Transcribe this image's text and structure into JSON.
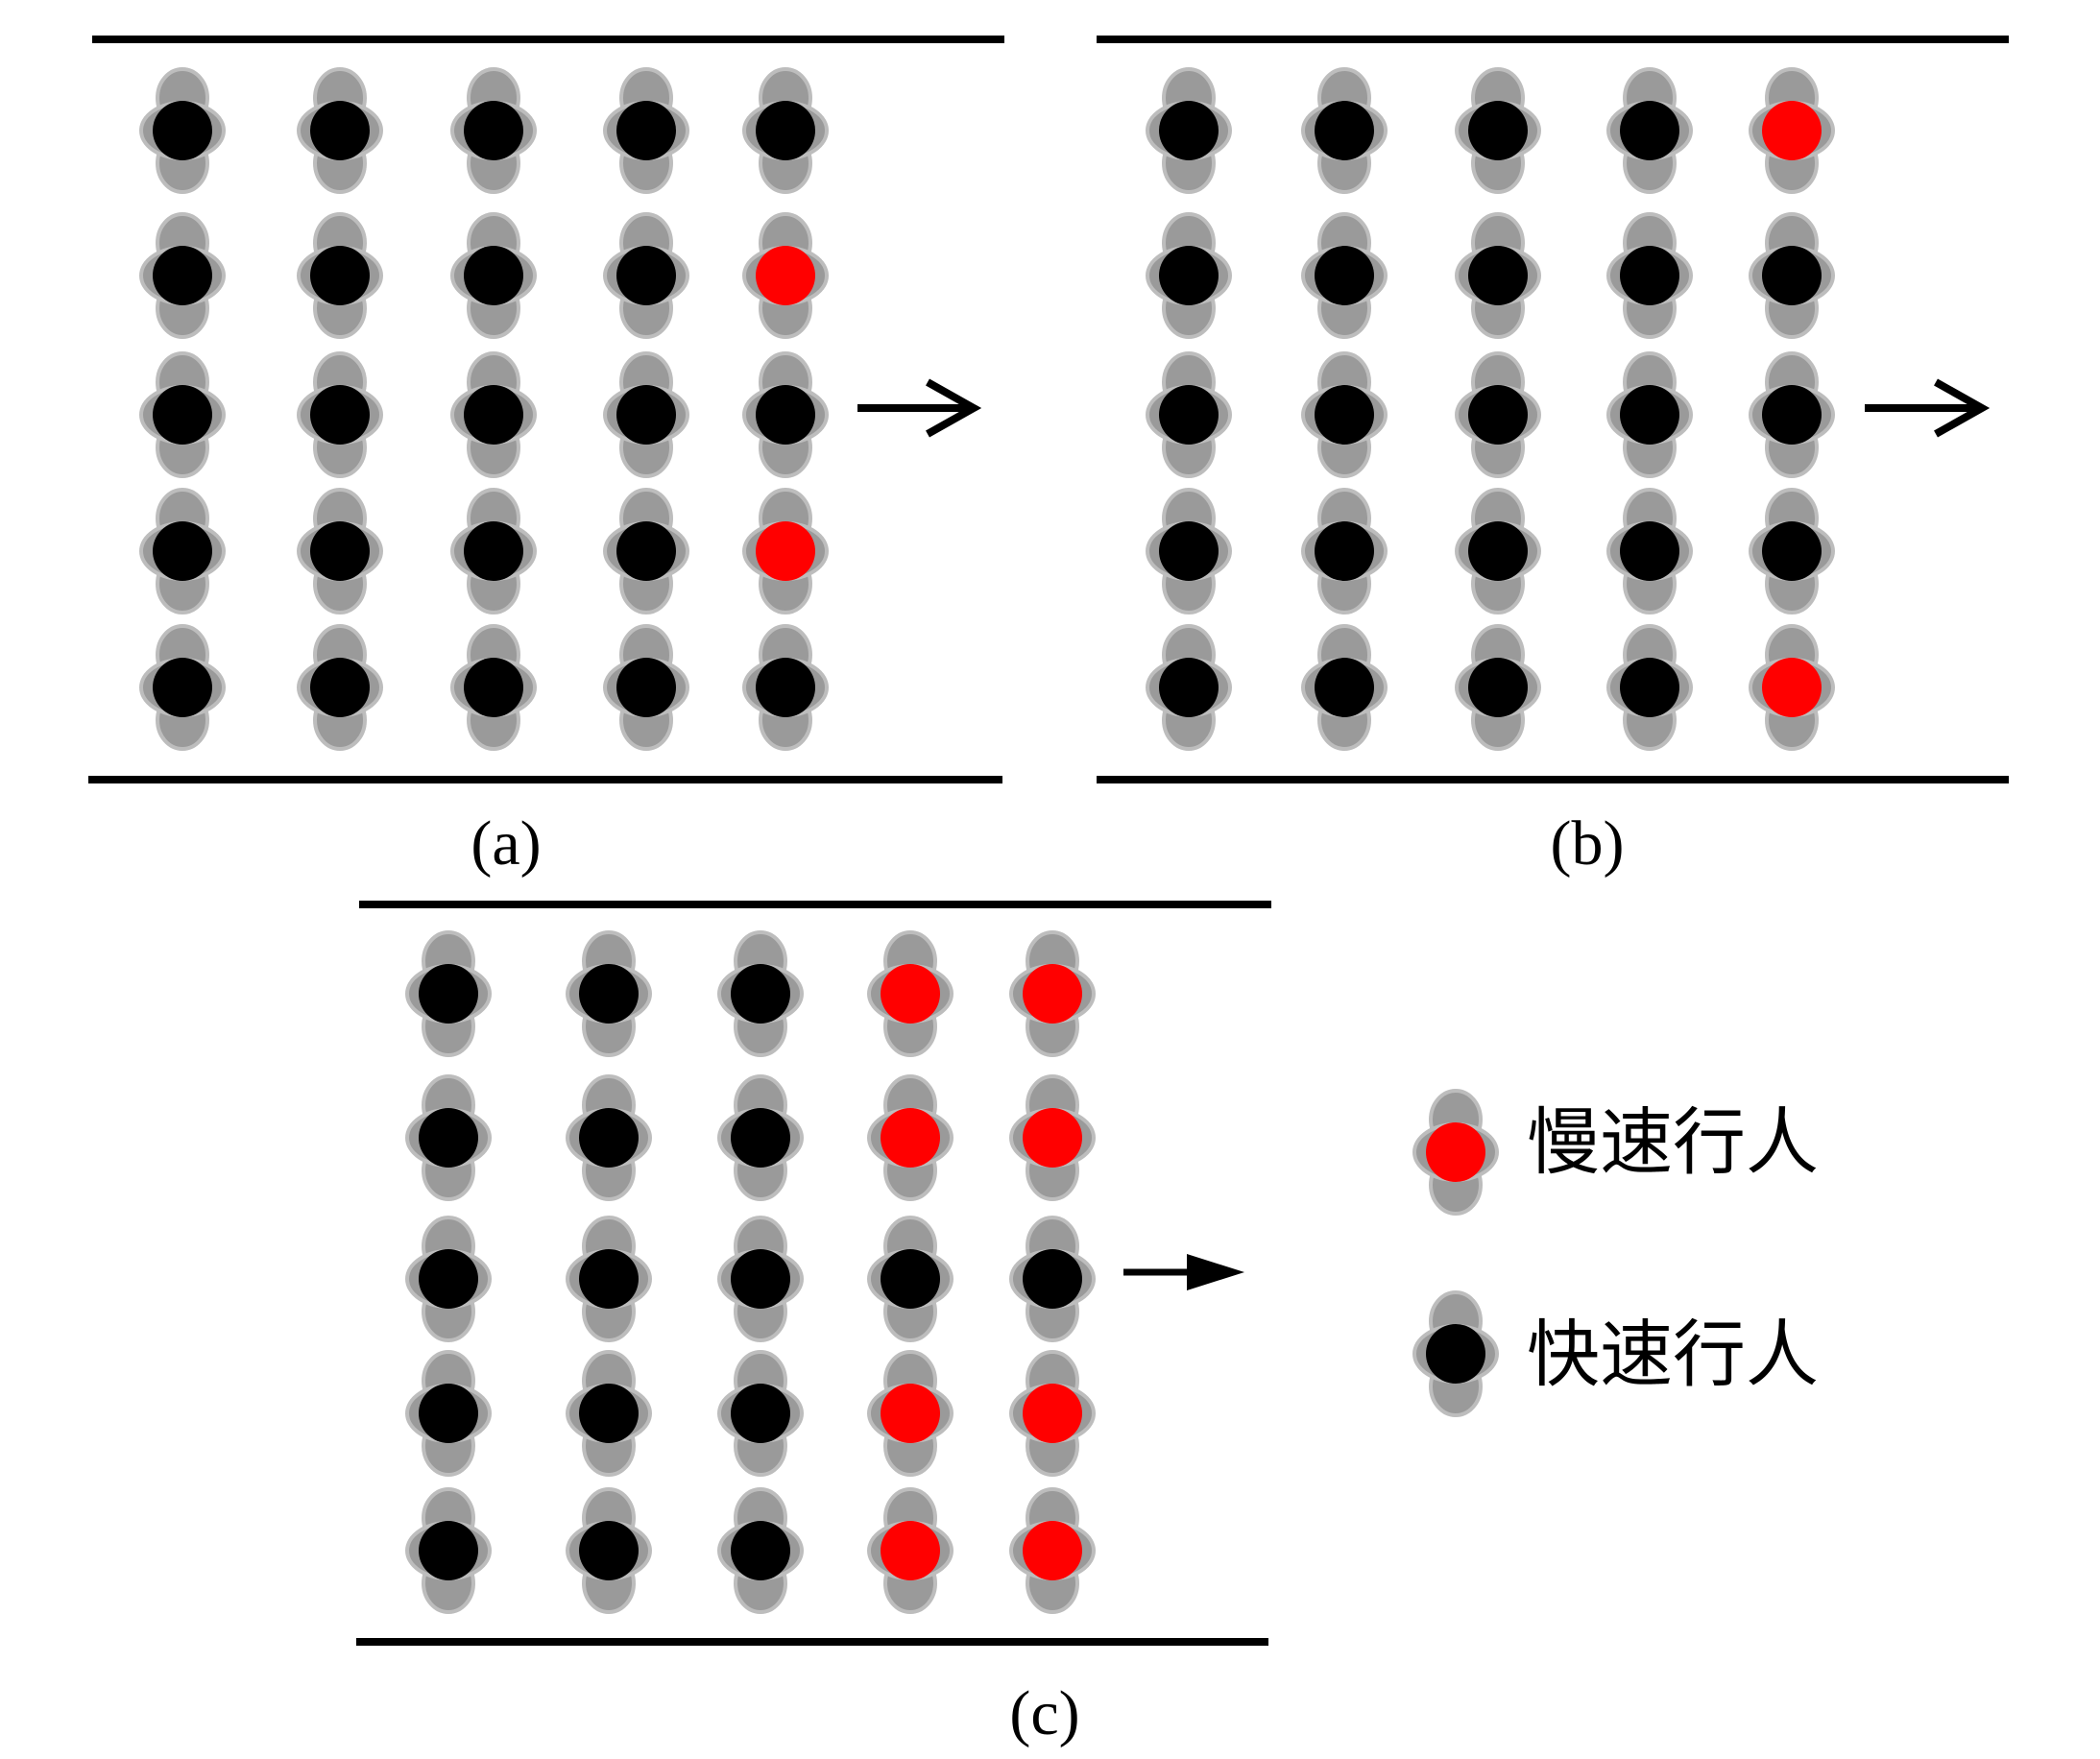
{
  "diagram": {
    "panels": [
      {
        "id": "a",
        "label": "(a)",
        "grid": [
          [
            "fast",
            "fast",
            "fast",
            "fast",
            "fast"
          ],
          [
            "fast",
            "fast",
            "fast",
            "fast",
            "slow"
          ],
          [
            "fast",
            "fast",
            "fast",
            "fast",
            "fast"
          ],
          [
            "fast",
            "fast",
            "fast",
            "fast",
            "slow"
          ],
          [
            "fast",
            "fast",
            "fast",
            "fast",
            "fast"
          ]
        ]
      },
      {
        "id": "b",
        "label": "(b)",
        "grid": [
          [
            "fast",
            "fast",
            "fast",
            "fast",
            "slow"
          ],
          [
            "fast",
            "fast",
            "fast",
            "fast",
            "fast"
          ],
          [
            "fast",
            "fast",
            "fast",
            "fast",
            "fast"
          ],
          [
            "fast",
            "fast",
            "fast",
            "fast",
            "fast"
          ],
          [
            "fast",
            "fast",
            "fast",
            "fast",
            "slow"
          ]
        ]
      },
      {
        "id": "c",
        "label": "(c)",
        "grid": [
          [
            "fast",
            "fast",
            "fast",
            "slow",
            "slow"
          ],
          [
            "fast",
            "fast",
            "fast",
            "slow",
            "slow"
          ],
          [
            "fast",
            "fast",
            "fast",
            "fast",
            "fast"
          ],
          [
            "fast",
            "fast",
            "fast",
            "slow",
            "slow"
          ],
          [
            "fast",
            "fast",
            "fast",
            "slow",
            "slow"
          ]
        ]
      }
    ],
    "legend": [
      {
        "type": "slow",
        "label": "慢速行人"
      },
      {
        "type": "fast",
        "label": "快速行人"
      }
    ],
    "colors": {
      "slow": "#ff0000",
      "fast": "#000000",
      "body": "#9a9a9a",
      "body_outline": "#bdbdbd",
      "wall": "#000000"
    },
    "flow_direction": "right"
  }
}
